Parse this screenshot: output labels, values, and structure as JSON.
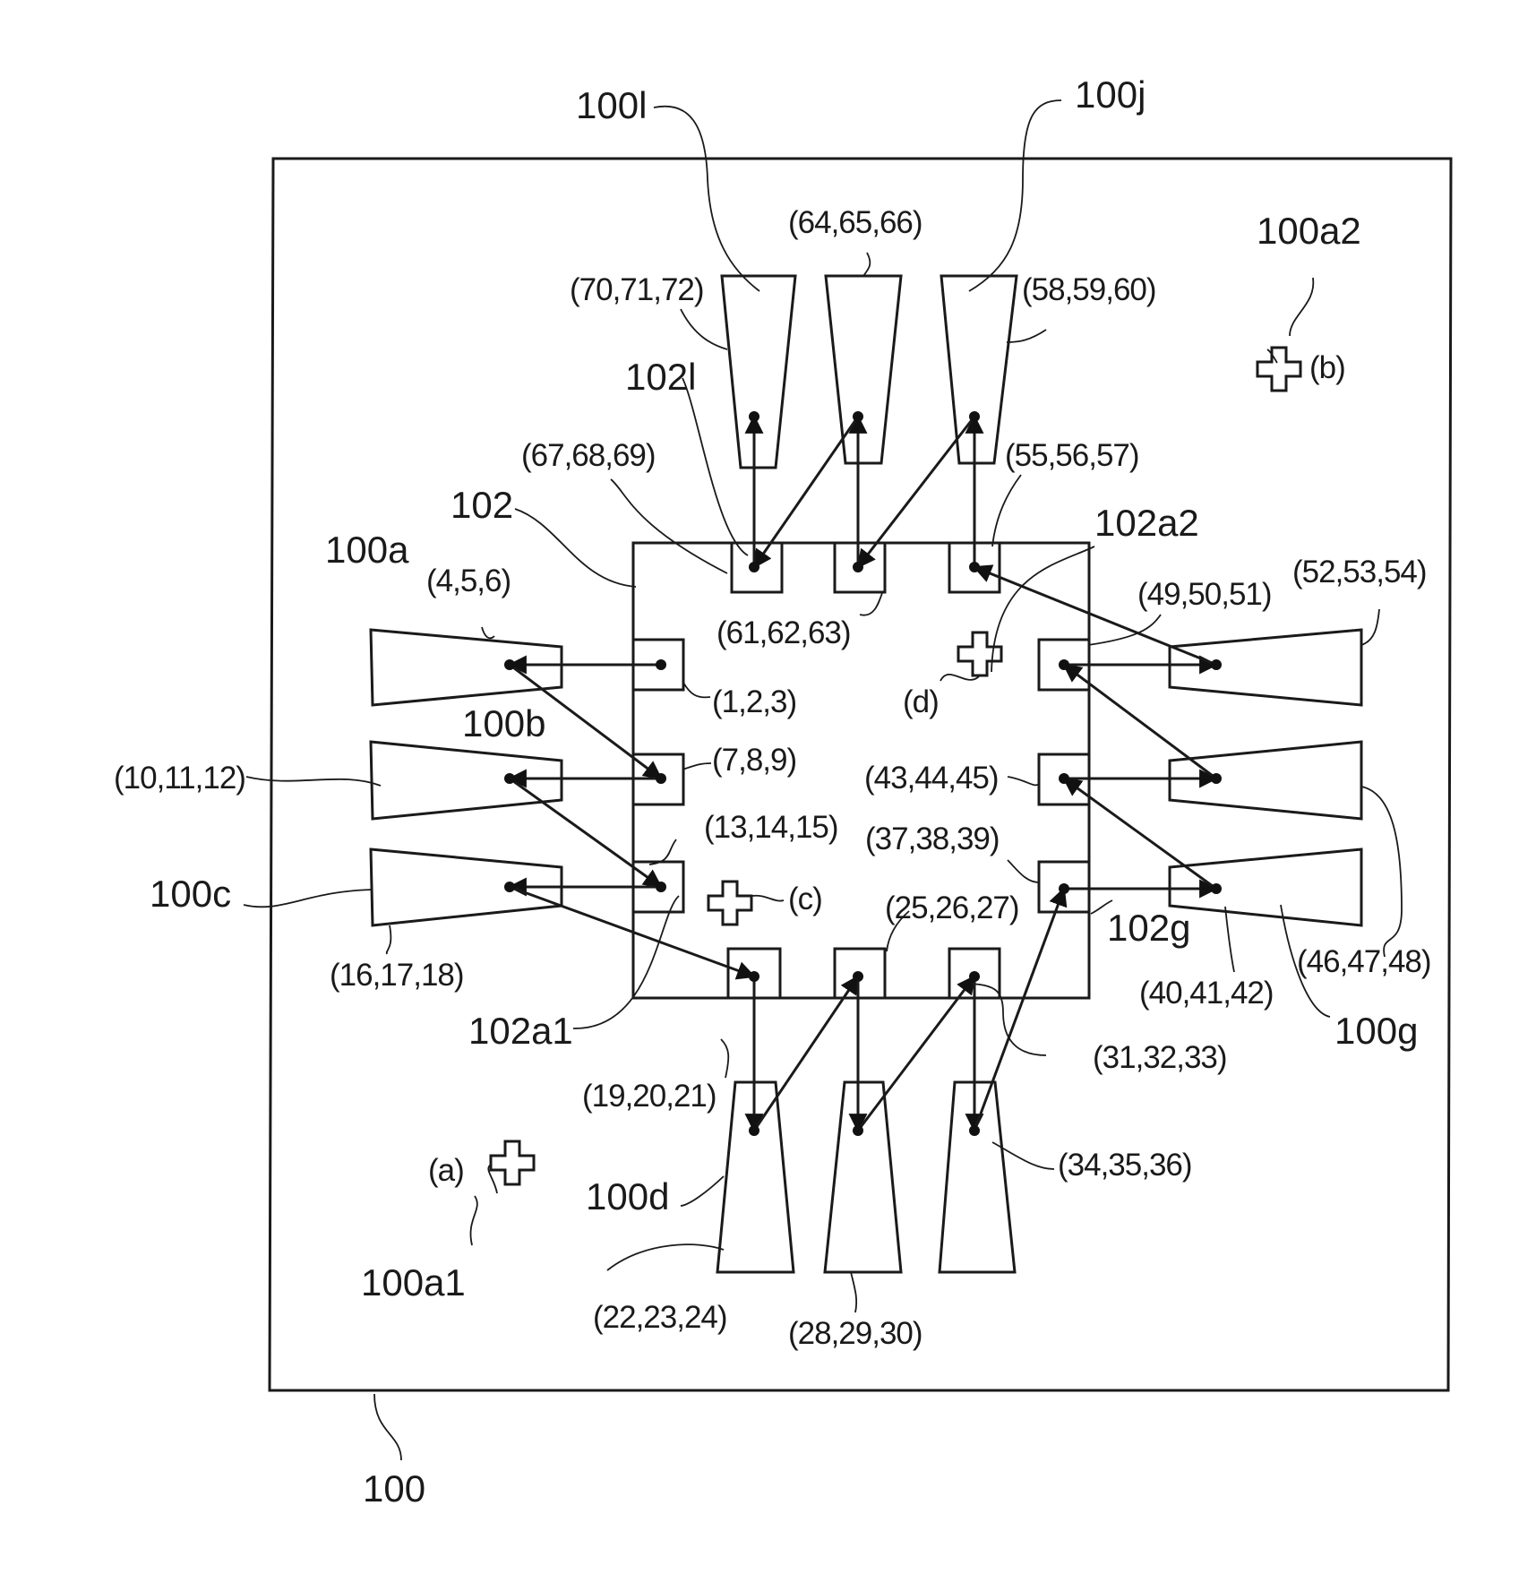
{
  "labels": {
    "ref_100": "100",
    "ref_100l": "100l",
    "ref_100j": "100j",
    "ref_100a": "100a",
    "ref_100b": "100b",
    "ref_100c": "100c",
    "ref_100d": "100d",
    "ref_100g": "100g",
    "ref_100a1": "100a1",
    "ref_100a2": "100a2",
    "ref_102": "102",
    "ref_102l": "102l",
    "ref_102a1": "102a1",
    "ref_102a2": "102a2",
    "ref_102g": "102g",
    "mark_a": "(a)",
    "mark_b": "(b)",
    "mark_c": "(c)",
    "mark_d": "(d)",
    "t_1_2_3": "(1,2,3)",
    "t_4_5_6": "(4,5,6)",
    "t_7_8_9": "(7,8,9)",
    "t_10_11_12": "(10,11,12)",
    "t_13_14_15": "(13,14,15)",
    "t_16_17_18": "(16,17,18)",
    "t_19_20_21": "(19,20,21)",
    "t_22_23_24": "(22,23,24)",
    "t_25_26_27": "(25,26,27)",
    "t_28_29_30": "(28,29,30)",
    "t_31_32_33": "(31,32,33)",
    "t_34_35_36": "(34,35,36)",
    "t_37_38_39": "(37,38,39)",
    "t_40_41_42": "(40,41,42)",
    "t_43_44_45": "(43,44,45)",
    "t_46_47_48": "(46,47,48)",
    "t_49_50_51": "(49,50,51)",
    "t_52_53_54": "(52,53,54)",
    "t_55_56_57": "(55,56,57)",
    "t_58_59_60": "(58,59,60)",
    "t_61_62_63": "(61,62,63)",
    "t_64_65_66": "(64,65,66)",
    "t_67_68_69": "(67,68,69)",
    "t_70_71_72": "(70,71,72)"
  }
}
